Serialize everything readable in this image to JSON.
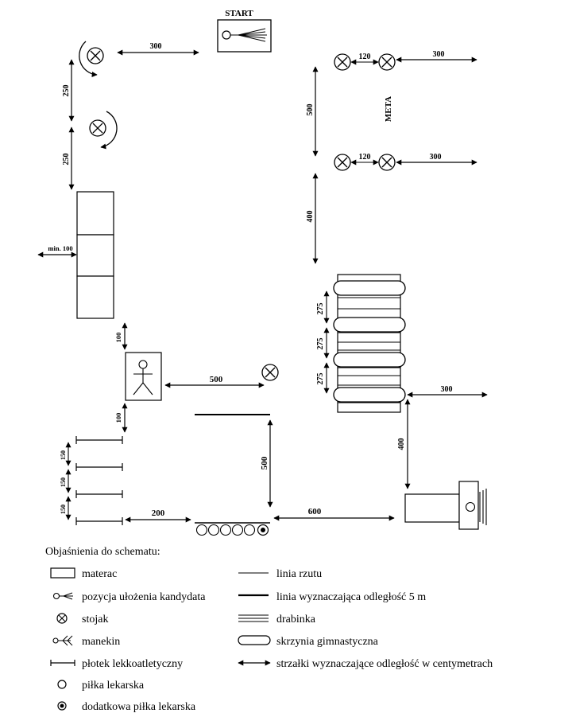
{
  "labels": {
    "start": "START",
    "meta": "META"
  },
  "dimensions": {
    "start_to_stand": "300",
    "stand_gap_top": "120",
    "stand_right_top": "300",
    "meta_vertical": "500",
    "stand_gap_bottom": "120",
    "stand_right_bottom": "300",
    "left_upper_250": "250",
    "left_lower_250": "250",
    "right_400_top": "400",
    "mat_min": "min. 100",
    "box_275_a": "275",
    "box_275_b": "275",
    "box_275_c": "275",
    "mannequin_100_top": "100",
    "mannequin_500": "500",
    "box_right_300": "300",
    "mannequin_100_bottom": "100",
    "throw_500": "500",
    "right_400_bottom": "400",
    "hurdle_150_a": "150",
    "hurdle_150_b": "150",
    "hurdle_150_c": "150",
    "hurdles_200": "200",
    "balls_600": "600"
  },
  "legend": {
    "title": "Objaśnienia do schematu:",
    "items": [
      {
        "label": "materac",
        "icon": "mat-icon"
      },
      {
        "label": "linia rzutu",
        "icon": "throw-line-icon"
      },
      {
        "label": "pozycja ułożenia kandydata",
        "icon": "candidate-position-icon"
      },
      {
        "label": "linia wyznaczająca odległość 5 m",
        "icon": "five-meter-line-icon"
      },
      {
        "label": "stojak",
        "icon": "stand-icon"
      },
      {
        "label": "drabinka",
        "icon": "ladder-icon"
      },
      {
        "label": "manekin",
        "icon": "mannequin-icon"
      },
      {
        "label": "skrzynia gimnastyczna",
        "icon": "gym-box-icon"
      },
      {
        "label": "płotek lekkoatletyczny",
        "icon": "hurdle-icon"
      },
      {
        "label": "strzałki wyznaczające odległość w centymetrach",
        "icon": "double-arrow-icon"
      },
      {
        "label": "piłka lekarska",
        "icon": "medicine-ball-icon"
      },
      {
        "label": "dodatkowa piłka lekarska",
        "icon": "extra-medicine-ball-icon"
      }
    ]
  },
  "colors": {
    "ink": "#000000",
    "background": "#ffffff"
  }
}
